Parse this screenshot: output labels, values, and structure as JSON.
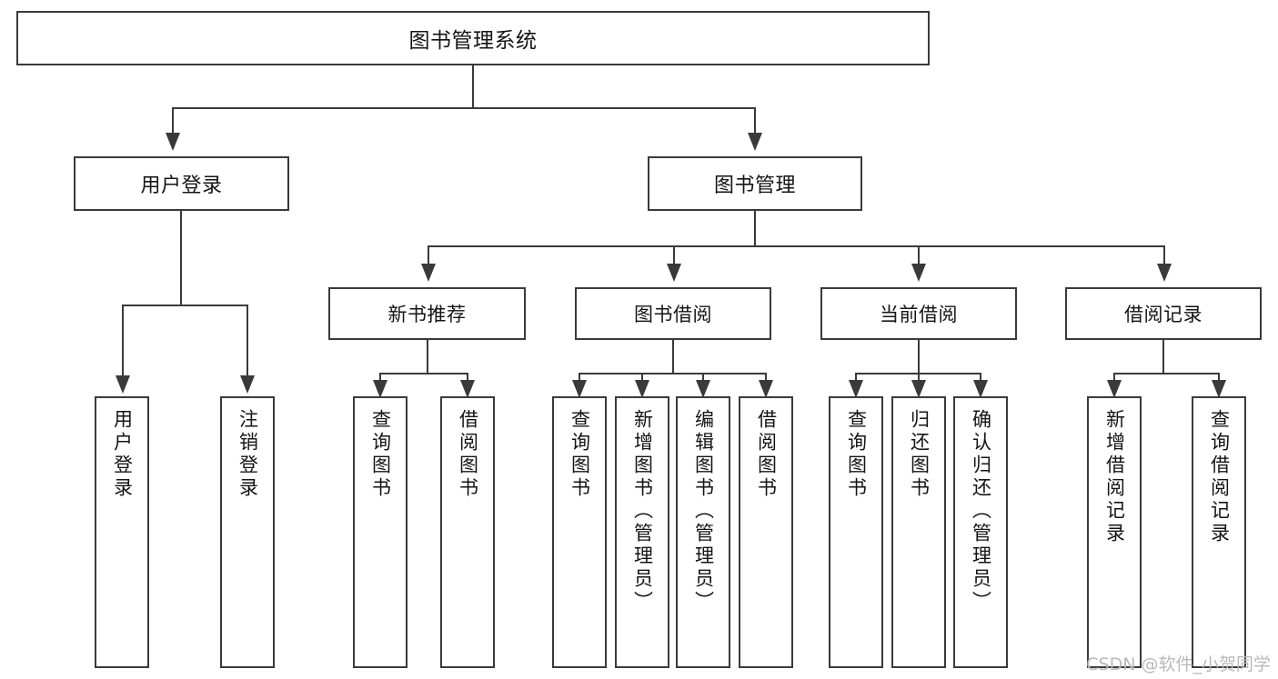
{
  "diagram": {
    "title": "图书管理系统",
    "type": "功能结构图",
    "root": {
      "id": "root",
      "label": "图书管理系统"
    },
    "level1": [
      {
        "id": "user-login",
        "label": "用户登录"
      },
      {
        "id": "book-manage",
        "label": "图书管理"
      }
    ],
    "level2": [
      {
        "id": "new-book-recommend",
        "label": "新书推荐",
        "parent": "book-manage"
      },
      {
        "id": "book-borrow",
        "label": "图书借阅",
        "parent": "book-manage"
      },
      {
        "id": "current-borrow",
        "label": "当前借阅",
        "parent": "book-manage"
      },
      {
        "id": "borrow-record",
        "label": "借阅记录",
        "parent": "book-manage"
      }
    ],
    "leaves": [
      {
        "id": "leaf-user-login",
        "label": "用户登录",
        "parent": "user-login"
      },
      {
        "id": "leaf-user-logout",
        "label": "注销登录",
        "parent": "user-login"
      },
      {
        "id": "leaf-rec-query-book",
        "label": "查询图书",
        "parent": "new-book-recommend"
      },
      {
        "id": "leaf-rec-borrow-book",
        "label": "借阅图书",
        "parent": "new-book-recommend"
      },
      {
        "id": "leaf-borrow-query-book",
        "label": "查询图书",
        "parent": "book-borrow"
      },
      {
        "id": "leaf-borrow-add-book",
        "label": "新增图书（管理员）",
        "parent": "book-borrow"
      },
      {
        "id": "leaf-borrow-edit-book",
        "label": "编辑图书（管理员）",
        "parent": "book-borrow"
      },
      {
        "id": "leaf-borrow-borrow-book",
        "label": "借阅图书",
        "parent": "book-borrow"
      },
      {
        "id": "leaf-current-query-book",
        "label": "查询图书",
        "parent": "current-borrow"
      },
      {
        "id": "leaf-current-return-book",
        "label": "归还图书",
        "parent": "current-borrow"
      },
      {
        "id": "leaf-current-confirm-return",
        "label": "确认归还（管理员）",
        "parent": "current-borrow"
      },
      {
        "id": "leaf-record-add",
        "label": "新增借阅记录",
        "parent": "borrow-record"
      },
      {
        "id": "leaf-record-query",
        "label": "查询借阅记录",
        "parent": "borrow-record"
      }
    ],
    "watermark": "CSDN @软件_小贺同学",
    "colors": {
      "stroke": "#3a3a3a",
      "text": "#141414",
      "background": "#ffffff",
      "watermark": "#b9b9b9"
    }
  }
}
